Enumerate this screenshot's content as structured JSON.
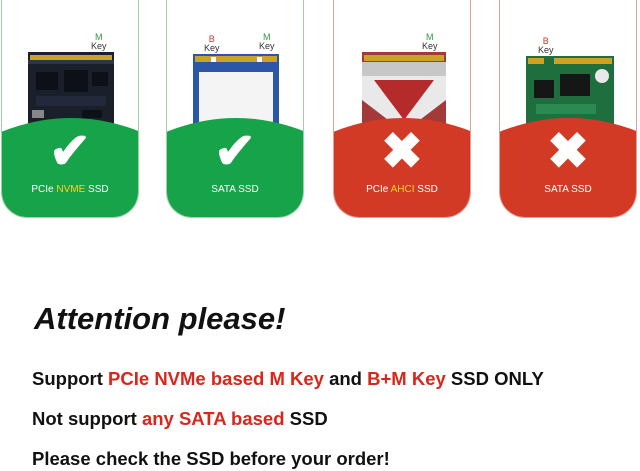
{
  "cards": [
    {
      "status": "supported",
      "mark": "✔",
      "label_parts": [
        "PCIe ",
        "NVME",
        " SSD"
      ],
      "keys": [
        {
          "letter": "M",
          "word": "Key"
        }
      ]
    },
    {
      "status": "supported",
      "mark": "✔",
      "label_parts": [
        "SATA SSD"
      ],
      "keys": [
        {
          "letter": "B",
          "word": "Key"
        },
        {
          "letter": "M",
          "word": "Key"
        }
      ]
    },
    {
      "status": "unsupported",
      "mark": "✖",
      "label_parts": [
        "PCIe ",
        "AHCI",
        " SSD"
      ],
      "keys": [
        {
          "letter": "M",
          "word": "Key"
        }
      ]
    },
    {
      "status": "unsupported",
      "mark": "✖",
      "label_parts": [
        "SATA SSD"
      ],
      "keys": [
        {
          "letter": "B",
          "word": "Key"
        }
      ]
    }
  ],
  "colors": {
    "green": "#16a34a",
    "red": "#d23a25",
    "highlight": "#ffd21f",
    "text_red": "#d8261a"
  },
  "title": "Attention please!",
  "lines": [
    {
      "parts": [
        "Support ",
        "PCIe NVMe based M Key",
        " and ",
        "B+M Key",
        " SSD ONLY"
      ]
    },
    {
      "parts": [
        "Not support ",
        "any SATA based",
        " SSD"
      ]
    },
    {
      "parts": [
        "Please check the SSD before your order!"
      ]
    }
  ]
}
